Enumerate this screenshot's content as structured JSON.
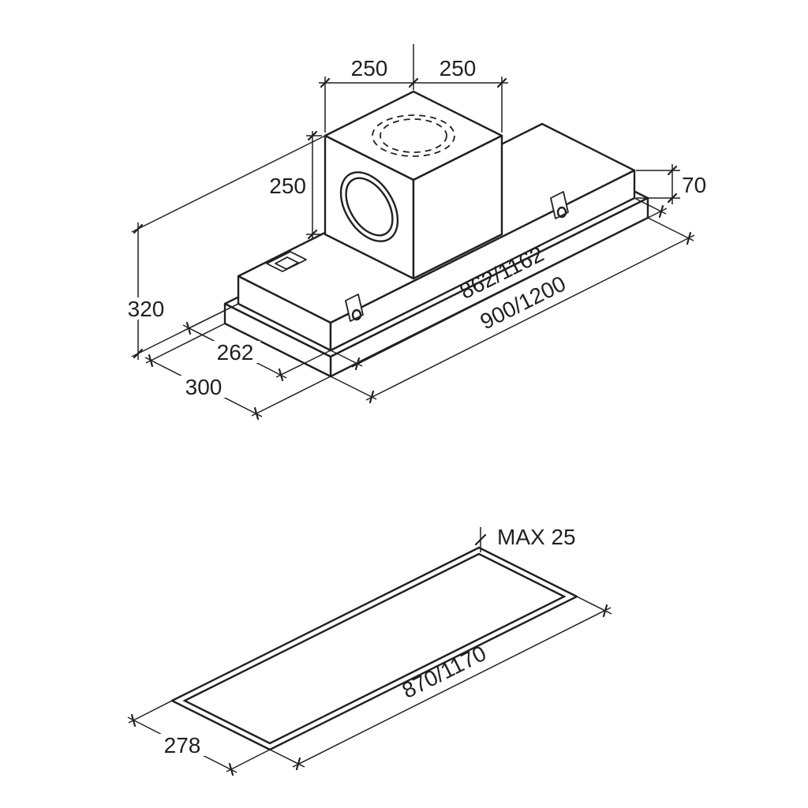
{
  "page": {
    "background": "#ffffff",
    "line_color": "#231f20",
    "description": "Installation dimension drawing of a built-in ceiling hood: isometric view with motor box (top) and ceiling cut-out view (bottom)"
  },
  "top_view": {
    "dim_duct_left": "250",
    "dim_duct_right": "250",
    "dim_box_height": "250",
    "dim_total_height": "320",
    "dim_chassis_height": "70",
    "dim_chassis_length": "862/1162",
    "dim_panel_length": "900/1200",
    "dim_chassis_depth": "262",
    "dim_panel_depth": "300"
  },
  "cutout_view": {
    "dim_max_ceiling_thickness": "MAX 25",
    "dim_cutout_length": "870/1170",
    "dim_cutout_depth": "278"
  }
}
